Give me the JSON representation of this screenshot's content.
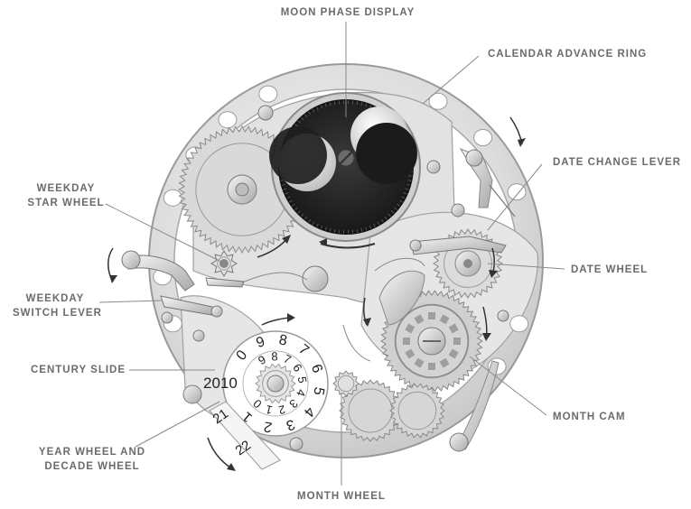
{
  "labels": {
    "moon_phase_display": "MOON PHASE DISPLAY",
    "calendar_advance_ring": "CALENDAR ADVANCE RING",
    "date_change_lever": "DATE CHANGE LEVER",
    "weekday_star_wheel": [
      "WEEKDAY",
      "STAR WHEEL"
    ],
    "date_wheel": "DATE WHEEL",
    "weekday_switch_lever": [
      "WEEKDAY",
      "SWITCH LEVER"
    ],
    "century_slide": "CENTURY SLIDE",
    "month_cam": "MONTH CAM",
    "year_decade_wheel": [
      "YEAR WHEEL AND",
      "DECADE WHEEL"
    ],
    "month_wheel": "MONTH WHEEL"
  },
  "year_display": "2010",
  "decade_digits": [
    "0",
    "9",
    "8",
    "7",
    "6",
    "5",
    "4",
    "3",
    "2",
    "1"
  ],
  "year_digits": [
    "9",
    "8",
    "7",
    "6",
    "5",
    "4",
    "3",
    "2",
    "1",
    "0"
  ],
  "century_numbers": [
    "21",
    "22"
  ],
  "colors": {
    "plate": "#dcdcdc",
    "plate_edge": "#9a9a9a",
    "moon_disc": "#2b2b2b",
    "label": "#6b6b6b",
    "leader": "#8a8a8a"
  }
}
